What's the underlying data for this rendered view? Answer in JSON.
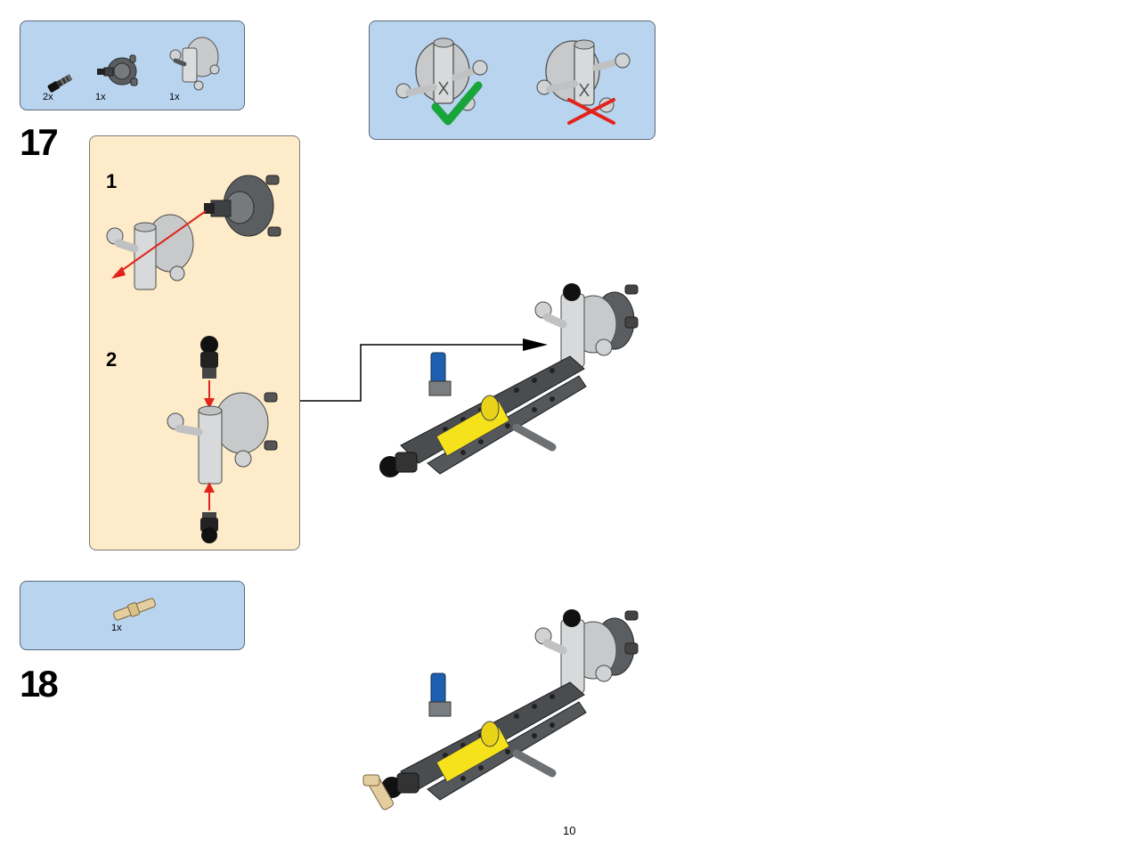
{
  "page_number": "10",
  "step17": {
    "number": "17",
    "parts": [
      {
        "name": "axle-pin-black",
        "qty": "2x"
      },
      {
        "name": "steering-hub-dark-gray",
        "qty": "1x"
      },
      {
        "name": "steering-arm-light-gray",
        "qty": "1x"
      }
    ],
    "callout": {
      "correct_mark": "check-icon",
      "wrong_mark": "cross-icon"
    },
    "substeps": [
      {
        "number": "1"
      },
      {
        "number": "2"
      }
    ]
  },
  "step18": {
    "number": "18",
    "parts": [
      {
        "name": "axle-connector-tan",
        "qty": "1x"
      }
    ]
  },
  "colors": {
    "parts_box_bg": "#b9d4ef",
    "substep_box_bg": "#fdebc9",
    "arrow_red": "#e2231a",
    "check_green": "#1aa53a",
    "cross_red": "#e2231a",
    "technic_yellow": "#f6e21a",
    "technic_blue": "#1f5fb0",
    "technic_tan": "#e4cd9e"
  }
}
